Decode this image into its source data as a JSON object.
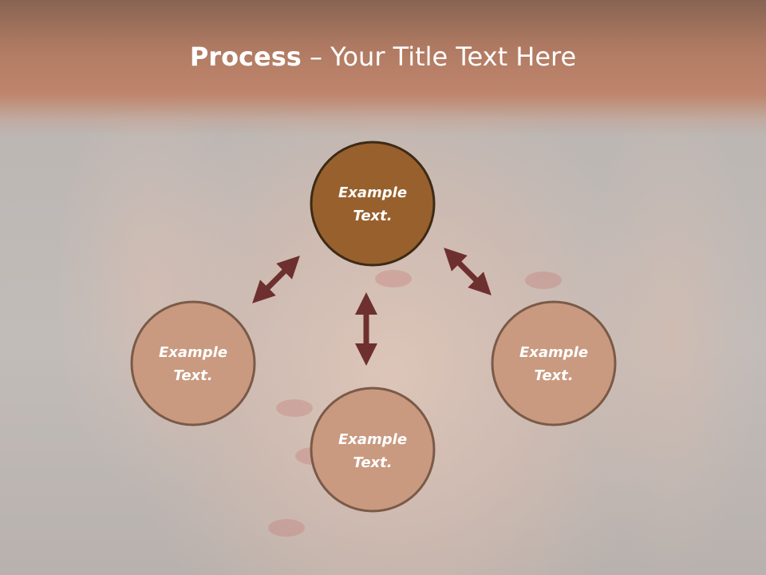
{
  "title": {
    "bold": "Process",
    "rest": " – Your Title Text Here"
  },
  "nodes": [
    {
      "id": "top",
      "line1": "Example",
      "line2": "Text.",
      "fill": "#98602d"
    },
    {
      "id": "left",
      "line1": "Example",
      "line2": "Text.",
      "fill": "#c99a80"
    },
    {
      "id": "bottom",
      "line1": "Example",
      "line2": "Text.",
      "fill": "#c99a80"
    },
    {
      "id": "right",
      "line1": "Example",
      "line2": "Text.",
      "fill": "#c99a80"
    }
  ],
  "colors": {
    "accent": "#98602d",
    "node": "#c99a80",
    "arrow": "#6e2f2f",
    "stroke": "#5a3a22"
  }
}
